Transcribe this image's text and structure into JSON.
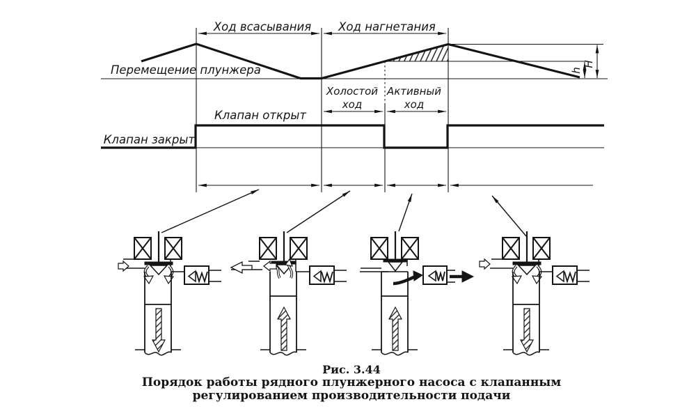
{
  "diagram": {
    "labels": {
      "suction_stroke": "Ход всасывания",
      "discharge_stroke": "Ход нагнетания",
      "plunger_displacement": "Перемещение плунжера",
      "idle_stroke_line1": "Холостой",
      "idle_stroke_line2": "ход",
      "active_stroke_line1": "Активный",
      "active_stroke_line2": "ход",
      "valve_open": "Клапан открыт",
      "valve_closed": "Клапан закрыт",
      "full_stroke_height": "H",
      "idle_stroke_height": "h"
    },
    "pump_states": [
      {
        "id": 1,
        "phase": "suction-stroke",
        "valve": "open",
        "plunger_motion": "down",
        "flow": "inlet-from-left"
      },
      {
        "id": 2,
        "phase": "idle-stroke",
        "valve": "open",
        "plunger_motion": "up",
        "flow": "return-to-left"
      },
      {
        "id": 3,
        "phase": "active-stroke",
        "valve": "closed",
        "plunger_motion": "up",
        "flow": "discharge-to-right"
      },
      {
        "id": 4,
        "phase": "suction-stroke",
        "valve": "open",
        "plunger_motion": "down",
        "flow": "inlet-from-left"
      }
    ]
  },
  "caption": {
    "figure_number": "Рис. 3.44",
    "title_line1": "Порядок работы рядного плунжерного насоса с клапанным",
    "title_line2": "регулированием производительности подачи"
  },
  "colors": {
    "ink": "#141414",
    "background": "#ffffff"
  }
}
